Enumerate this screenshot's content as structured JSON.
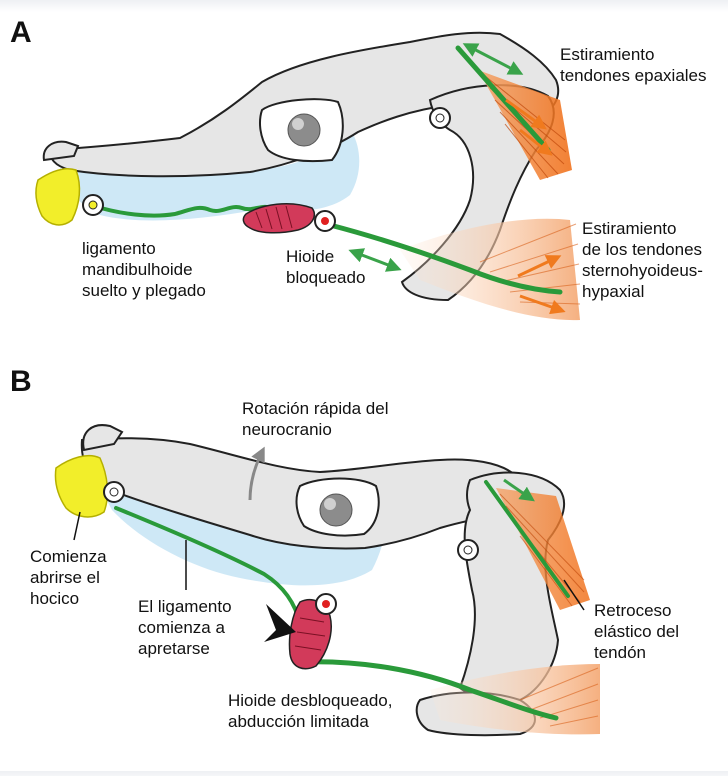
{
  "panels": [
    {
      "letter": "A",
      "labels": {
        "epaxial": "Estiramiento\ntendones epaxiales",
        "ligament": "ligamento\nmandibulhoide\nsuelto y plegado",
        "hyoid": "Hioide\nbloqueado",
        "sternohyoid": "Estiramiento\nde los tendones\nsternohyoideus-\nhypaxial"
      }
    },
    {
      "letter": "B",
      "labels": {
        "rotation": "Rotación rápida del\nneurocranio",
        "mouth": "Comienza\nabrirse el\nhocico",
        "ligament": "El ligamento\ncomienza a\napretarse",
        "recoil": "Retroceso\nelástico del\ntendón",
        "hyoid": "Hioide desbloqueado,\nabducción limitada"
      }
    }
  ],
  "colors": {
    "bone": "#e6e6e6",
    "bone_stroke": "#222222",
    "buccal": "#c9e6f5",
    "ligament": "#2a9a3a",
    "arrow_green": "#3aa34a",
    "muscle": "#f08a3c",
    "arrow_orange": "#f07a1e",
    "hyoid": "#d23a5a",
    "jaw": "#f2ee2a",
    "eye": "#8c8c8c",
    "pivot": "#ffffff",
    "joint_a": "#f2ee2a",
    "joint_hyoid": "#e02020"
  }
}
